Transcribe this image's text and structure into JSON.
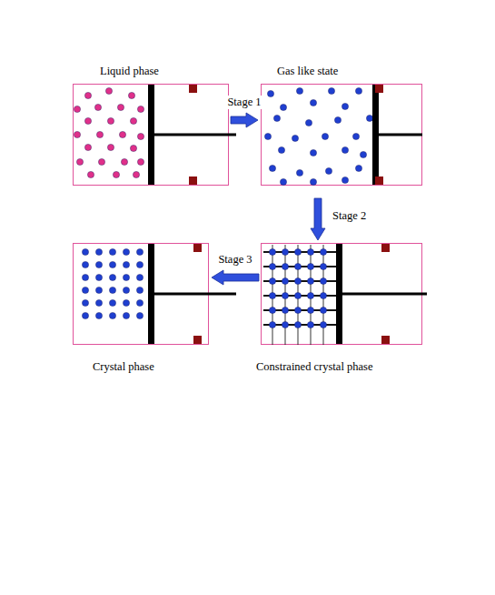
{
  "diagram": {
    "nodes": [
      {
        "text": [
          "Liquid phase"
        ]
      },
      {
        "text": [
          "Gas like state"
        ]
      },
      {
        "text": [
          "Crystal phase"
        ]
      },
      {
        "text": [
          "Constrained crystal phase"
        ]
      }
    ],
    "edges": [
      {
        "from": 0,
        "to": 1,
        "arrow": "to",
        "label": "Stage 1"
      },
      {
        "from": 1,
        "to": 3,
        "arrow": "to",
        "label": "Stage 2"
      },
      {
        "from": 3,
        "to": 2,
        "arrow": "to",
        "label": "Stage 3"
      }
    ]
  }
}
